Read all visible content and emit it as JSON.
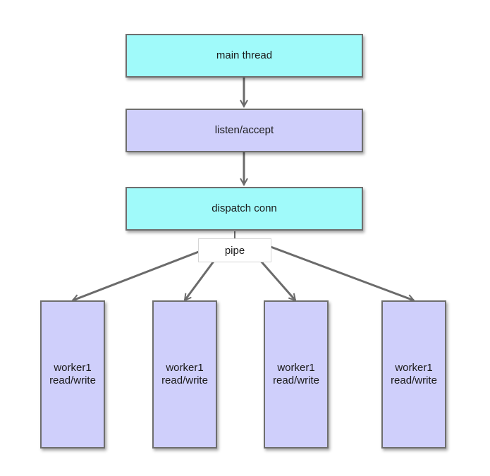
{
  "nodes": {
    "main_thread": "main thread",
    "listen_accept": "listen/accept",
    "dispatch_conn": "dispatch conn",
    "pipe": "pipe",
    "workers": [
      {
        "line1": "worker1",
        "line2": "read/write"
      },
      {
        "line1": "worker1",
        "line2": "read/write"
      },
      {
        "line1": "worker1",
        "line2": "read/write"
      },
      {
        "line1": "worker1",
        "line2": "read/write"
      }
    ]
  },
  "colors": {
    "cyan_box": "#a0fafa",
    "lavender_box": "#cfcffb",
    "border": "#6e6e6e",
    "arrow": "#6b6b6b"
  },
  "edges": [
    {
      "from": "main thread",
      "to": "listen/accept"
    },
    {
      "from": "listen/accept",
      "to": "dispatch conn"
    },
    {
      "from": "dispatch conn",
      "to": "worker1",
      "via": "pipe"
    },
    {
      "from": "dispatch conn",
      "to": "worker1",
      "via": "pipe"
    },
    {
      "from": "dispatch conn",
      "to": "worker1",
      "via": "pipe"
    },
    {
      "from": "dispatch conn",
      "to": "worker1",
      "via": "pipe"
    }
  ]
}
